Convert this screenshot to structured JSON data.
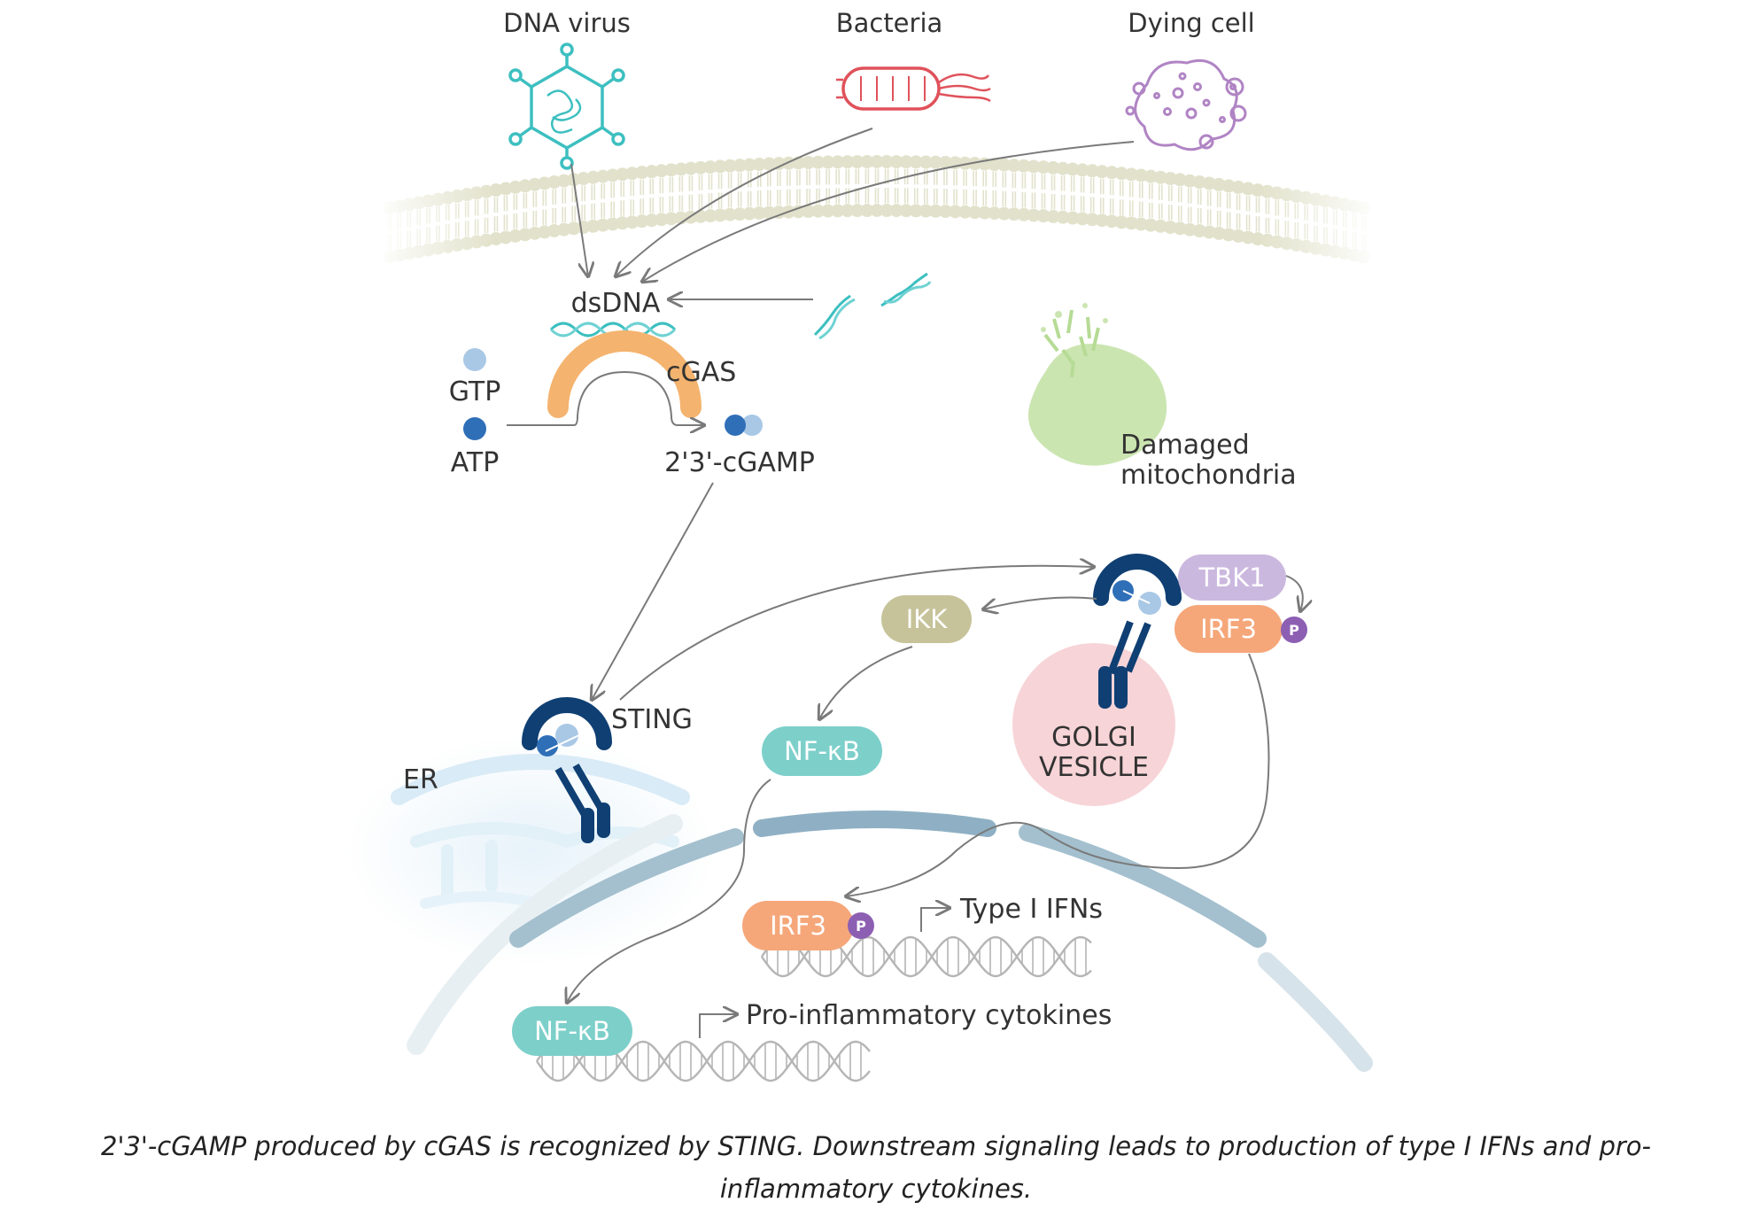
{
  "stimuli": {
    "dna_virus": "DNA virus",
    "bacteria": "Bacteria",
    "dying_cell": "Dying cell"
  },
  "molecules": {
    "dsdna": "dsDNA",
    "cgas": "cGAS",
    "gtp": "GTP",
    "atp": "ATP",
    "cgamp": "2'3'-cGAMP",
    "damaged_mito_line1": "Damaged",
    "damaged_mito_line2": "mitochondria"
  },
  "proteins": {
    "sting": "STING",
    "er": "ER",
    "tbk1": "TBK1",
    "irf3": "IRF3",
    "ikk": "IKK",
    "nfkb": "NF-κB",
    "phospho": "P",
    "golgi_line1": "GOLGI",
    "golgi_line2": "VESICLE"
  },
  "nucleus": {
    "irf3": "IRF3",
    "phospho": "P",
    "type1_ifns": "Type I IFNs",
    "nfkb": "NF-κB",
    "pro_inflammatory": "Pro-inflammatory cytokines"
  },
  "colors": {
    "virus": "#3dbfc0",
    "bacteria": "#e0525b",
    "dying_cell": "#b084c4",
    "membrane": "#e2e2cc",
    "cgas": "#f4b36e",
    "atp": "#2f6fb8",
    "gtp": "#a9c8e6",
    "sting": "#0f3f73",
    "tbk1": "#cbb8df",
    "irf3": "#f5a77a",
    "ikk": "#c6c39a",
    "nfkb": "#7dcfca",
    "phospho": "#8d5fb3",
    "golgi": "#f7d4d7",
    "mitochondria": "#cbe5b1",
    "nuclear_envelope": "#8fb0c4",
    "er": "#d9ebf6",
    "arrow": "#7a7a7a"
  },
  "caption": "2'3'-cGAMP produced by cGAS is recognized by STING. Downstream signaling leads to production of type I IFNs and pro-inflammatory cytokines."
}
